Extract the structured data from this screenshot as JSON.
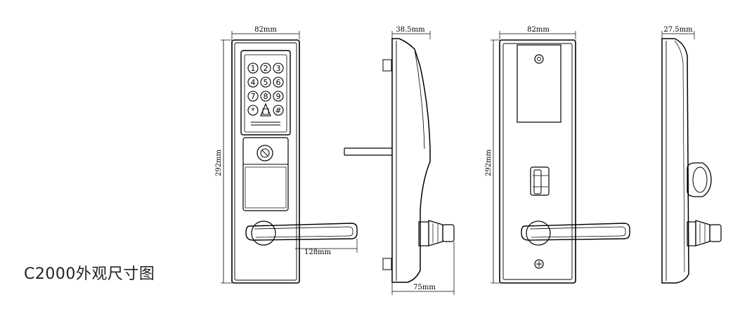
{
  "title": "C2000外观尺寸图",
  "dimensions": {
    "front_width": "82mm",
    "front_height": "292mm",
    "handle_reach": "128mm",
    "side_depth": "38.5mm",
    "handle_projection": "75mm",
    "back_width": "82mm",
    "back_height": "292mm",
    "back_side_depth": "27.5mm"
  },
  "keypad": {
    "keys": [
      "1",
      "2",
      "3",
      "4",
      "5",
      "6",
      "7",
      "8",
      "9",
      "*",
      "",
      "#"
    ]
  }
}
